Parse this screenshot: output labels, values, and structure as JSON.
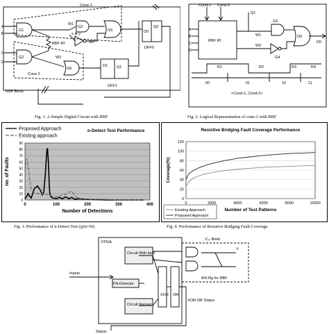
{
  "fig1": {
    "labels": {
      "cone1": "Cone-1",
      "cone2": "Cone 2",
      "a": "A",
      "b": "B",
      "c": "C",
      "d": "D",
      "g1": "G1",
      "g2": "G2",
      "g3": "G3",
      "g4": "G4",
      "g5": "G5",
      "g6": "G6",
      "w1": "W1",
      "w2": "W2",
      "xor": "x ⊕ y",
      "rbf": "RBF Rf",
      "d0": "D0",
      "q0": "Q0",
      "dff0": "DFF0",
      "d1": "D1",
      "q1": "Q1",
      "dff1": "DFF1",
      "nsf": "NSF Block"
    },
    "caption": "Fig. 1. A Simple Digital Circuit with RBF"
  },
  "fig2": {
    "labels": {
      "cond1": "Cond-1",
      "cond2": "Cond-2",
      "a": "A",
      "b": "B",
      "c": "C",
      "d": "D",
      "block": "RBF Rf",
      "q1": "Q1",
      "g3": "G3",
      "g4": "G4",
      "g5": "G5",
      "w1": "W1",
      "w2": "W2",
      "d0": "D0",
      "r1": "R1",
      "r2": "R2",
      "r3": "R3",
      "r4": "R4",
      "s00": "00",
      "s01": "01",
      "s10": "10",
      "s11": "11",
      "bottom": "<Cond-1, Cond-2>"
    },
    "caption": "Fig. 2. Logical Representation of cone-1 with RBF"
  },
  "chart3": {
    "legend": [
      "Proposed Approach",
      "Existing approach"
    ],
    "title_fragment": "n-Detect Test Performance",
    "caption": "Fig. 3. Performance of n-Detect Test (@n=50)",
    "chart_data": {
      "type": "line",
      "ylabel": "no. of Faults",
      "xlabel": "Number of Detections",
      "x_ticks": [
        "0",
        "100",
        "200",
        "300",
        "400"
      ],
      "y_ticks": [
        "0",
        "10",
        "20",
        "30",
        "40",
        "50",
        "60",
        "70",
        "80",
        "90"
      ],
      "xlim": [
        0,
        400
      ],
      "ylim": [
        0,
        90
      ],
      "series": [
        {
          "name": "Proposed Approach",
          "x": [
            0,
            5,
            10,
            15,
            20,
            30,
            40,
            50,
            55,
            60,
            65,
            70,
            72,
            75,
            78,
            80,
            85,
            90,
            100,
            110,
            120,
            130,
            140,
            150,
            160,
            170,
            200,
            260,
            320,
            380
          ],
          "y": [
            2,
            5,
            10,
            6,
            3,
            18,
            22,
            15,
            8,
            12,
            40,
            78,
            82,
            60,
            20,
            8,
            4,
            3,
            2,
            4,
            2,
            5,
            2,
            4,
            1,
            2,
            1,
            0,
            0,
            0
          ]
        },
        {
          "name": "Existing approach",
          "x": [
            0,
            3,
            6,
            10,
            15,
            20,
            30,
            40,
            50,
            60,
            70,
            80,
            90,
            100,
            110,
            120,
            130,
            140,
            150,
            160,
            170,
            180,
            200,
            250,
            300,
            380
          ],
          "y": [
            40,
            60,
            65,
            55,
            35,
            15,
            12,
            10,
            11,
            8,
            9,
            7,
            6,
            5,
            6,
            8,
            9,
            12,
            14,
            6,
            3,
            2,
            1,
            1,
            0,
            0
          ]
        }
      ]
    }
  },
  "chart4": {
    "title": "Resistive Bridging Fault Coverage Performance",
    "legend": [
      "Existing Approach",
      "Proposed Approach"
    ],
    "caption": "Fig. 4. Performance of Resistive Bridging Fault Coverage",
    "chart_data": {
      "type": "line",
      "title": "Resistive Bridging Fault Coverage Performance",
      "ylabel": "Coverage(%)",
      "xlabel": "Number of Test Patterns",
      "x_ticks": [
        "0",
        "2000",
        "4000",
        "6000",
        "8000",
        "10000"
      ],
      "y_ticks": [
        "0",
        "20",
        "40",
        "60",
        "80",
        "100",
        "120"
      ],
      "xlim": [
        0,
        10000
      ],
      "ylim": [
        0,
        120
      ],
      "series": [
        {
          "name": "Proposed Approach",
          "x": [
            0,
            200,
            500,
            1000,
            1500,
            2000,
            3000,
            4000,
            5000,
            6000,
            7000,
            8000,
            9000,
            10000
          ],
          "y": [
            40,
            52,
            58,
            65,
            70,
            74,
            80,
            85,
            88,
            91,
            93,
            95,
            96,
            97
          ]
        },
        {
          "name": "Existing Approach",
          "x": [
            0,
            200,
            500,
            1000,
            1500,
            2000,
            3000,
            4000,
            5000,
            6000,
            7000,
            8000,
            9000,
            10000
          ],
          "y": [
            25,
            35,
            42,
            48,
            52,
            55,
            59,
            62,
            64,
            66,
            67,
            68,
            69,
            70
          ]
        }
      ]
    }
  },
  "fig5": {
    "labels": {
      "fpga": "FPGA",
      "inputs": "Inputs",
      "circuit_fault": "Circuit With fault",
      "fn_detector": "FN-Detector",
      "circuit_normal": "Circuit Normal",
      "xor": "XOR",
      "or": "OR",
      "xor_or": "XOR-OR Status",
      "status": "Status",
      "v": "V",
      "vdd": "V₂₀ Beek",
      "rbf": "MS-Rg for RBF"
    }
  }
}
